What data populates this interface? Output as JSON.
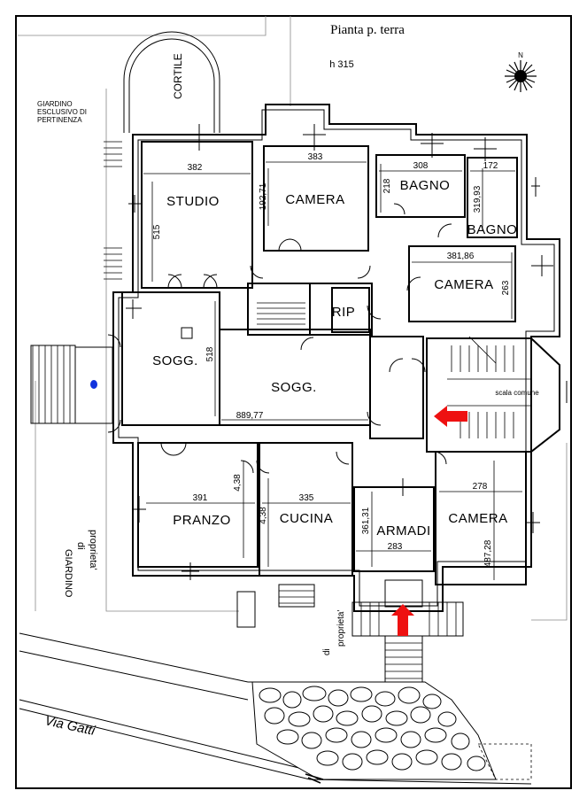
{
  "title": "Pianta p. terra",
  "height_label": "h 315",
  "labels": {
    "cortile": "CORTILE",
    "giardino_esclusivo": [
      "GIARDINO",
      "ESCLUSIVO DI",
      "PERTINENZA"
    ],
    "giardino_proprieta": [
      "GIARDINO",
      "di",
      "proprieta'"
    ],
    "di_proprieta": [
      "di",
      "proprieta'"
    ],
    "via": "Via Gatti",
    "scala_comune": "scala comune"
  },
  "rooms": {
    "studio": "STUDIO",
    "camera_top": "CAMERA",
    "bagno_top": "BAGNO",
    "bagno_right": "BAGNO",
    "camera_right": "CAMERA",
    "rip": "RIP",
    "sogg_left": "SOGG.",
    "sogg_right": "SOGG.",
    "pranzo": "PRANZO",
    "cucina": "CUCINA",
    "armadi": "ARMADI",
    "camera_bottom": "CAMERA"
  },
  "dims": {
    "studio_w": "382",
    "studio_h": "515",
    "camera_top_w": "383",
    "camera_top_h": "192,71",
    "bagno_top_w": "308",
    "bagno_top_h": "218",
    "bagno_right_w": "172",
    "bagno_right_h": "319,93",
    "camera_right_w": "381,86",
    "camera_right_h": "263",
    "sogg_h": "518",
    "sogg_w": "889,77",
    "pranzo_w": "391",
    "pranzo_h": "4,38",
    "cucina_w": "335",
    "cucina_h": "4,38",
    "armadi_h": "361,31",
    "armadi_w": "283",
    "camera_bottom_w": "278",
    "camera_bottom_h": "487,28"
  },
  "colors": {
    "arrow": "#ee1111",
    "marker": "#1133dd"
  },
  "icons": [
    "north-arrow-icon",
    "entrance-arrow-icon"
  ]
}
